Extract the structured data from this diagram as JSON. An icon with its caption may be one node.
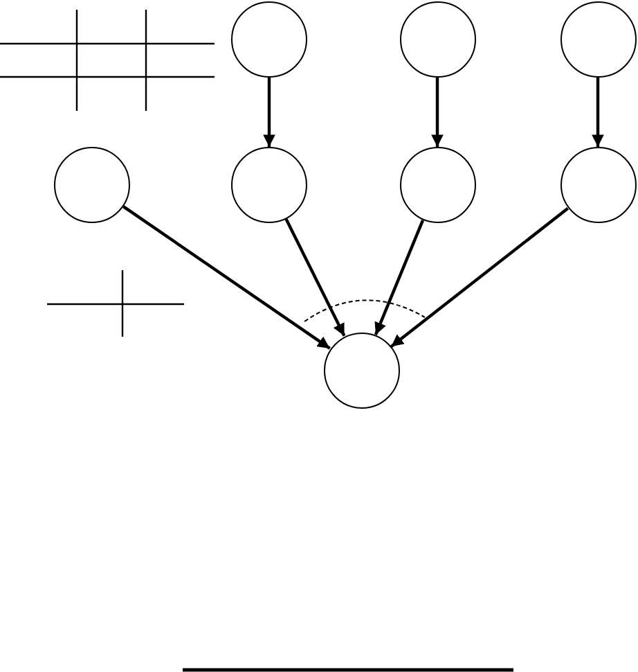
{
  "diagram": {
    "nodes": [
      {
        "text": [],
        "shape": "circle"
      },
      {
        "text": [],
        "shape": "circle"
      },
      {
        "text": [],
        "shape": "circle"
      },
      {
        "text": [],
        "shape": "circle"
      },
      {
        "text": [],
        "shape": "circle"
      },
      {
        "text": [],
        "shape": "circle"
      },
      {
        "text": [],
        "shape": "circle"
      },
      {
        "text": [],
        "shape": "circle"
      }
    ],
    "edges": [
      {
        "from": 0,
        "to": 4,
        "arrow": "to"
      },
      {
        "from": 1,
        "to": 5,
        "arrow": "to"
      },
      {
        "from": 2,
        "to": 6,
        "arrow": "to"
      },
      {
        "from": 3,
        "to": 7,
        "arrow": "to"
      },
      {
        "from": 4,
        "to": 7,
        "arrow": "to"
      },
      {
        "from": 5,
        "to": 7,
        "arrow": "to"
      },
      {
        "from": 6,
        "to": 7,
        "arrow": "to"
      }
    ]
  }
}
